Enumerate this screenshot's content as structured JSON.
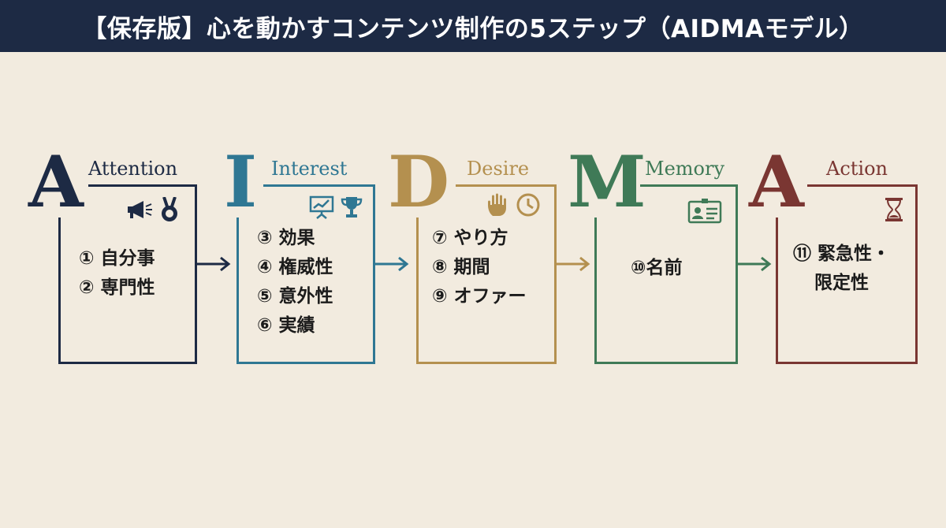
{
  "title": "【保存版】心を動かすコンテンツ制作の5ステップ（AIDMAモデル）",
  "steps": [
    {
      "letter": "A",
      "name": "Attention",
      "color": "#1d2a44",
      "icons": [
        "megaphone-icon",
        "medal-icon"
      ],
      "items": [
        "① 自分事",
        "② 専門性"
      ]
    },
    {
      "letter": "I",
      "name": "Interest",
      "color": "#2f7793",
      "icons": [
        "presentation-chart-icon",
        "trophy-icon"
      ],
      "items": [
        "③ 効果",
        "④ 権威性",
        "⑤ 意外性",
        "⑥ 実績"
      ]
    },
    {
      "letter": "D",
      "name": "Desire",
      "color": "#b4904f",
      "icons": [
        "hand-icon",
        "clock-icon"
      ],
      "items": [
        "⑦ やり方",
        "⑧ 期間",
        "⑨ オファー"
      ]
    },
    {
      "letter": "M",
      "name": "Memory",
      "color": "#3f7a57",
      "icons": [
        "id-card-icon"
      ],
      "items": [
        "⑩名前"
      ]
    },
    {
      "letter": "A",
      "name": "Action",
      "color": "#7a3632",
      "icons": [
        "hourglass-icon"
      ],
      "items": [
        "⑪ 緊急性・",
        "限定性"
      ]
    }
  ]
}
